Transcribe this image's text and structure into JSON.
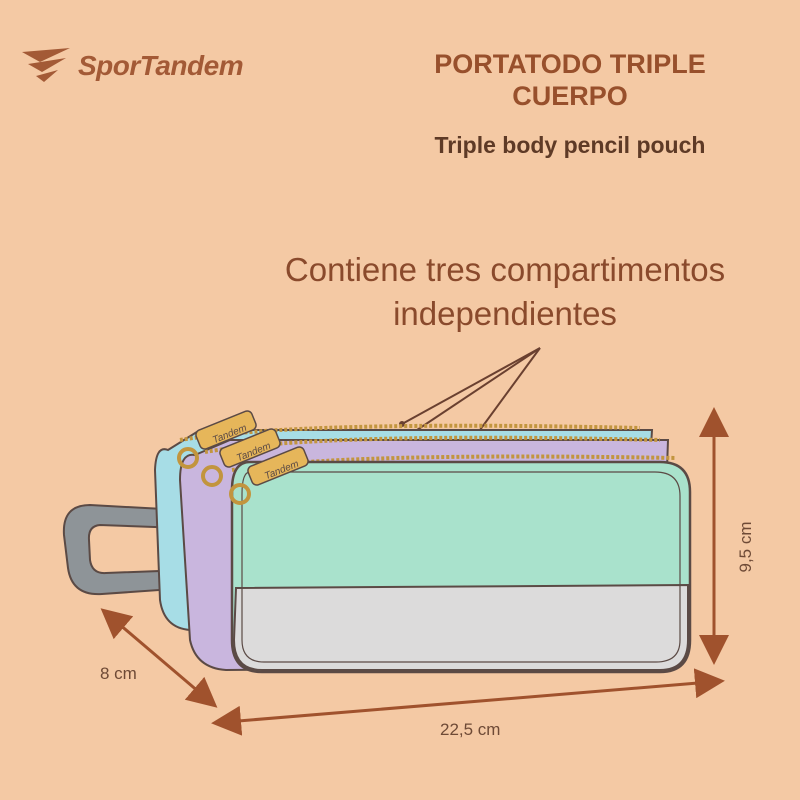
{
  "brand": {
    "name": "SporTandem"
  },
  "header": {
    "title": "PORTATODO TRIPLE CUERPO",
    "subtitle": "Triple body pencil pouch"
  },
  "callout": {
    "text": "Contiene tres compartimentos independientes"
  },
  "dimensions": {
    "width": "22,5 cm",
    "depth": "8 cm",
    "height": "9,5 cm"
  },
  "product": {
    "zipper_tab_label": "Tandem",
    "colors": {
      "front_upper": "#a9e2cc",
      "front_lower": "#dcdbdb",
      "middle": "#c9b6de",
      "back": "#a7dde6",
      "handle": "#8e9498",
      "zipper_pull": "#e6b65a",
      "outline": "#5b4a45",
      "arrow": "#a0522d"
    }
  }
}
